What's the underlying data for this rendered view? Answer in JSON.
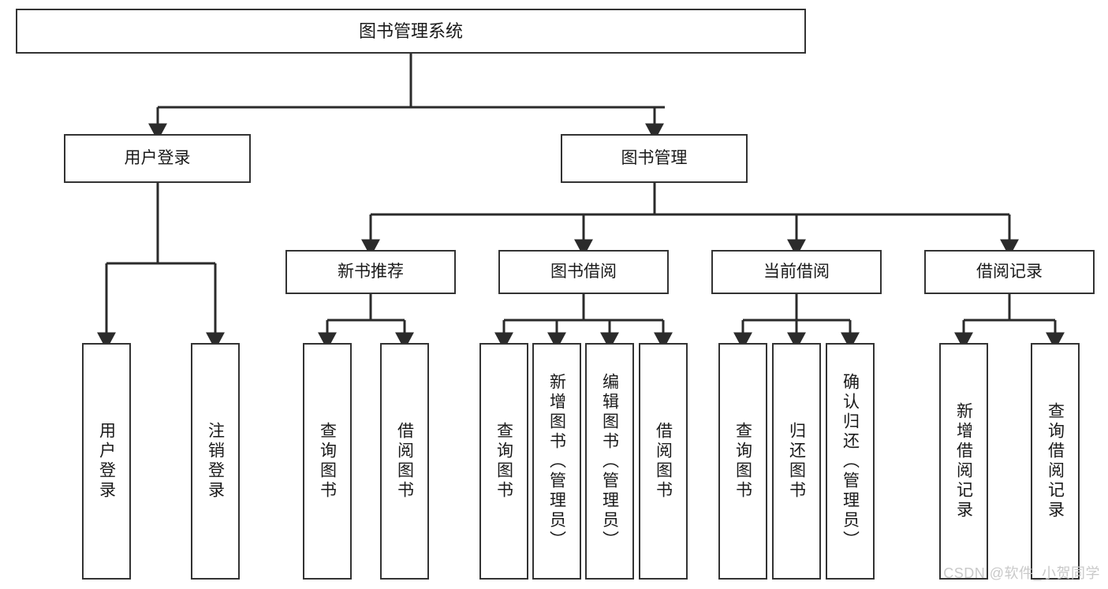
{
  "diagram": {
    "title": "图书管理系统",
    "type": "tree-hierarchy-diagram",
    "root": {
      "label": "图书管理系统"
    },
    "level2": [
      {
        "label": "用户登录"
      },
      {
        "label": "图书管理"
      }
    ],
    "level3": [
      {
        "label": "新书推荐"
      },
      {
        "label": "图书借阅"
      },
      {
        "label": "当前借阅"
      },
      {
        "label": "借阅记录"
      }
    ],
    "leaves": {
      "user_login": [
        {
          "label": "用户登录"
        },
        {
          "label": "注销登录"
        }
      ],
      "new_book_recommend": [
        {
          "label": "查询图书"
        },
        {
          "label": "借阅图书"
        }
      ],
      "book_borrow": [
        {
          "label": "查询图书"
        },
        {
          "label": "新增图书（管理员）"
        },
        {
          "label": "编辑图书（管理员）"
        },
        {
          "label": "借阅图书"
        }
      ],
      "current_borrow": [
        {
          "label": "查询图书"
        },
        {
          "label": "归还图书"
        },
        {
          "label": "确认归还（管理员）"
        }
      ],
      "borrow_record": [
        {
          "label": "新增借阅记录"
        },
        {
          "label": "查询借阅记录"
        }
      ]
    }
  },
  "watermark": {
    "text": "CSDN @软件_小贺同学"
  },
  "colors": {
    "border": "#333333",
    "text": "#1a1a1a",
    "background": "#ffffff",
    "watermark": "#c9c9c9"
  }
}
